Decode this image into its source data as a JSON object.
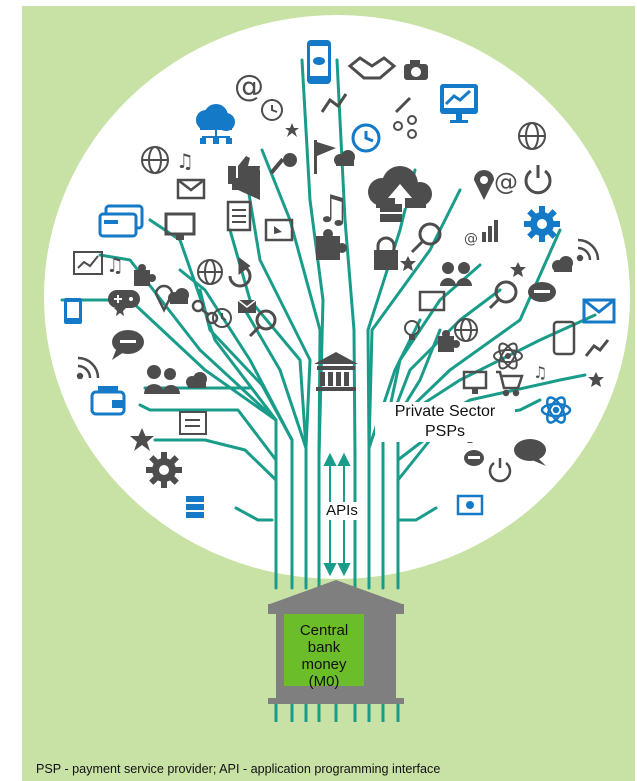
{
  "colors": {
    "panel_bg": "#c8e2a6",
    "canopy": "#ffffff",
    "branch": "#1a9c8a",
    "icon_grey": "#4d4d4d",
    "icon_blue": "#1479c7",
    "building": "#808080",
    "money_box": "#6cbd2a"
  },
  "labels": {
    "private_sector": "Private Sector\nPSPs",
    "apis": "APIs",
    "central_bank": "Central\nbank\nmoney (M0)"
  },
  "footnote": "PSP - payment service provider; API - application programming interface",
  "icons": [
    "smartphone-icon",
    "handshake-icon",
    "camera-icon",
    "at-sign-icon",
    "clock-icon",
    "cloud-network-icon",
    "analytics-monitor-icon",
    "globe-icon",
    "music-icon",
    "envelope-icon",
    "thumbs-up-icon",
    "megaphone-icon",
    "key-icon",
    "flag-icon",
    "cloud-upload-icon",
    "location-pin-icon",
    "power-icon",
    "gear-icon",
    "credit-card-icon",
    "monitor-icon",
    "document-icon",
    "puzzle-icon",
    "lock-icon",
    "magnifier-icon",
    "bar-chart-icon",
    "people-icon",
    "gamepad-icon",
    "speech-bubble-icon",
    "wallet-icon",
    "star-icon",
    "share-icon",
    "lightbulb-icon",
    "atom-icon",
    "cart-icon",
    "server-icon",
    "banknote-icon",
    "wifi-icon",
    "tablet-icon",
    "refresh-icon",
    "bank-icon"
  ]
}
